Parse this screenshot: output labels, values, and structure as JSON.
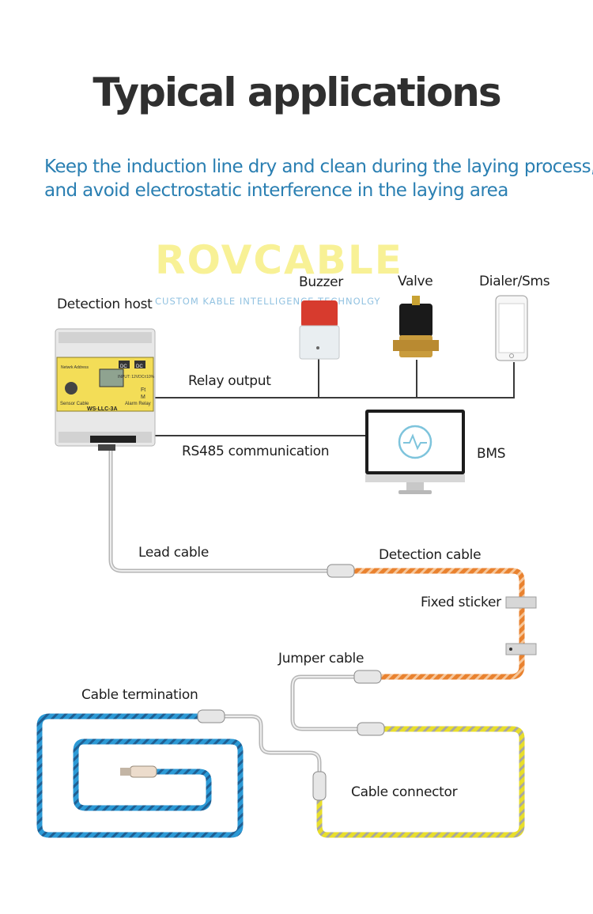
{
  "title": "Typical applications",
  "subtitle_lines": [
    "Keep the induction line dry and clean during the laying process,",
    "and avoid electrostatic interference in the laying area"
  ],
  "watermark": {
    "brand": "ROVCABLE",
    "tagline": "CUSTOM KABLE INTELLIGENCE TECHNOLGY"
  },
  "device": {
    "model": "WS-LLC-3A",
    "panel_labels": {
      "address": "Netwrk Address",
      "input": "INPUT: 12VDC±10%",
      "sensor": "Sensor Cable",
      "alarm": "Alarm Relay",
      "ft": "Ft",
      "m": "M",
      "dc": "DC"
    }
  },
  "labels": {
    "detection_host": "Detection host",
    "buzzer": "Buzzer",
    "valve": "Valve",
    "dialer": "Dialer/Sms",
    "relay_output": "Relay output",
    "rs485": "RS485 communication",
    "bms": "BMS",
    "lead_cable": "Lead cable",
    "detection_cable": "Detection cable",
    "fixed_sticker": "Fixed sticker",
    "jumper_cable": "Jumper cable",
    "cable_termination": "Cable termination",
    "cable_connector": "Cable connector"
  },
  "colors": {
    "accent_blue": "#2a7fb2",
    "cable_orange": "#e9822f",
    "cable_yellow": "#e8de2a",
    "cable_blue": "#2c9ad6",
    "device_yellow": "#f3dd57"
  }
}
